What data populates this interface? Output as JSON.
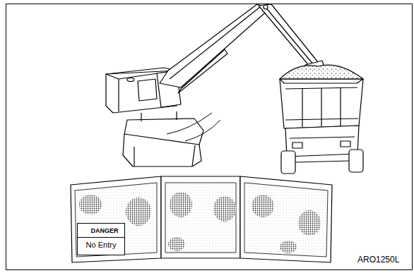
{
  "diagram": {
    "nodes": [
      {
        "text": [
          "DANGER",
          "No Entry"
        ]
      }
    ],
    "labels": [
      "ARO1250L"
    ]
  }
}
